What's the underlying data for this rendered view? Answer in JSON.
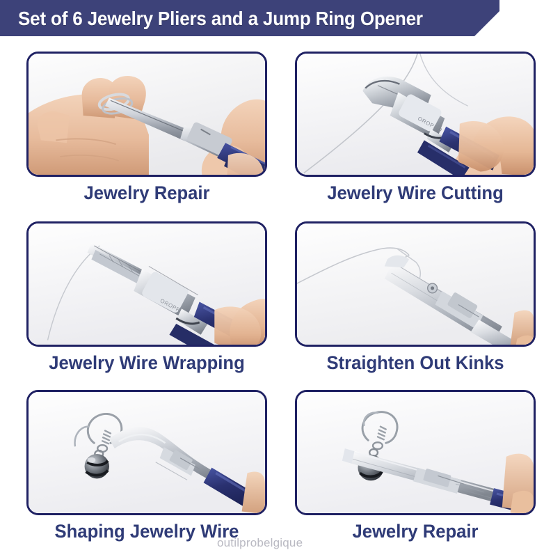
{
  "header": {
    "title": "Set of 6 Jewelry Pliers and a Jump Ring Opener",
    "banner_color": "#3d4279",
    "title_color": "#ffffff"
  },
  "theme": {
    "card_border_color": "#1f2163",
    "caption_color": "#2f3b77",
    "handle_blue": "#2b3370",
    "steel_light": "#e2e4e8",
    "steel_mid": "#b4b8c0",
    "steel_dark": "#7d828c",
    "skin_light": "#f0cbb0",
    "skin_mid": "#e0b192",
    "skin_dark": "#c9926f",
    "background": "#ffffff"
  },
  "cards": [
    {
      "id": "card-jewelry-repair-top",
      "caption": "Jewelry Repair",
      "scene": "chain-nose-pliers-holding-jump-ring-on-finger",
      "position": "row-1-left"
    },
    {
      "id": "card-jewelry-wire-cutting",
      "caption": "Jewelry Wire Cutting",
      "scene": "flush-cutter-cutting-wire-in-hand",
      "position": "row-1-right"
    },
    {
      "id": "card-jewelry-wire-wrapping",
      "caption": "Jewelry Wire Wrapping",
      "scene": "round-nose-pliers-wrapping-wire",
      "position": "row-2-left"
    },
    {
      "id": "card-straighten-out-kinks",
      "caption": "Straighten Out Kinks",
      "scene": "nylon-jaw-pliers-straightening-wire",
      "position": "row-2-right"
    },
    {
      "id": "card-shaping-jewelry-wire",
      "caption": "Shaping Jewelry Wire",
      "scene": "bent-nose-pliers-holding-earring-with-bell",
      "position": "row-3-left"
    },
    {
      "id": "card-jewelry-repair-bottom",
      "caption": "Jewelry Repair",
      "scene": "jump-ring-opener-with-earring-and-bell",
      "position": "row-3-right"
    }
  ],
  "watermark": {
    "text": "outilprobelgique"
  }
}
